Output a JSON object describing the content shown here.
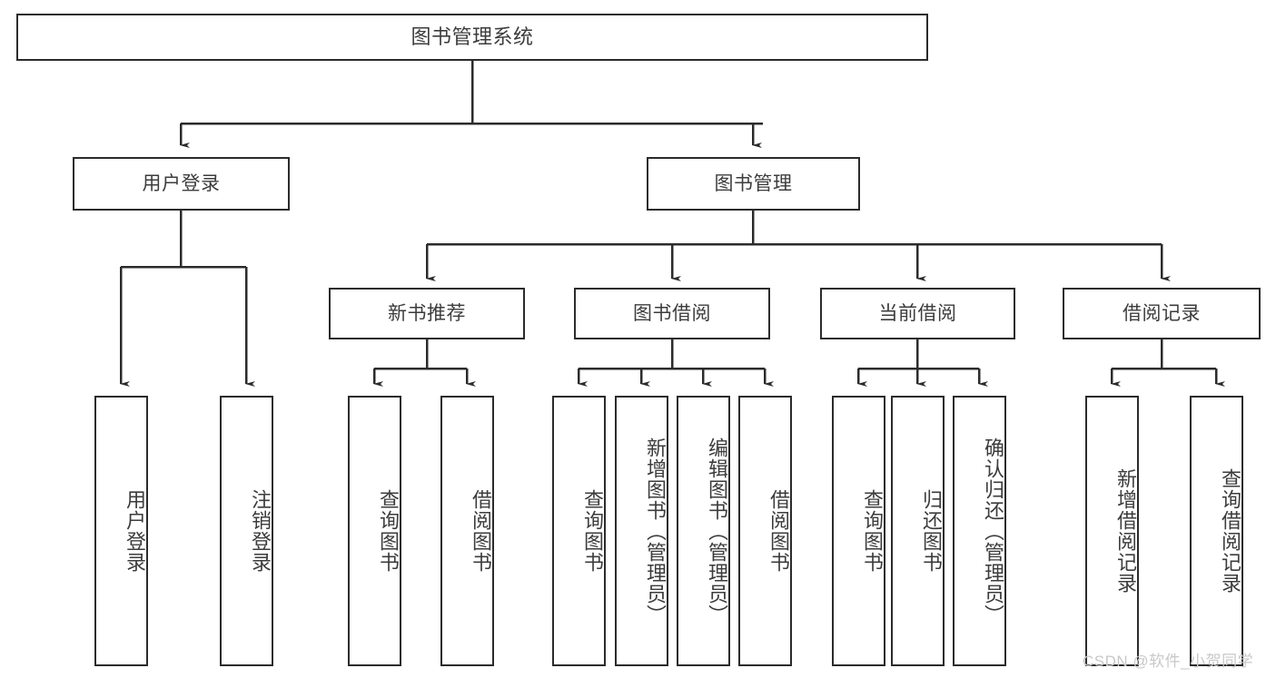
{
  "diagram": {
    "title": "图书管理系统",
    "type": "tree-hierarchy-diagram",
    "colors": {
      "node_border": "#2b2b2b",
      "node_fill": "#ffffff",
      "edge": "#2b2b2b",
      "text": "#3c3c3c",
      "watermark": "#c8c8c8",
      "background": "#ffffff"
    },
    "root": {
      "label": "图书管理系统"
    },
    "level2": [
      {
        "label": "用户登录"
      },
      {
        "label": "图书管理"
      }
    ],
    "level3": [
      {
        "label": "新书推荐"
      },
      {
        "label": "图书借阅"
      },
      {
        "label": "当前借阅"
      },
      {
        "label": "借阅记录"
      }
    ],
    "leaves": {
      "user_login": [
        {
          "label": "用户登录"
        },
        {
          "label": "注销登录"
        }
      ],
      "new_book_recommend": [
        {
          "label": "查询图书"
        },
        {
          "label": "借阅图书"
        }
      ],
      "book_borrow": [
        {
          "label": "查询图书"
        },
        {
          "label": "新增图书（管理员）"
        },
        {
          "label": "编辑图书（管理员）"
        },
        {
          "label": "借阅图书"
        }
      ],
      "current_borrow": [
        {
          "label": "查询图书"
        },
        {
          "label": "归还图书"
        },
        {
          "label": "确认归还（管理员）"
        }
      ],
      "borrow_record": [
        {
          "label": "新增借阅记录"
        },
        {
          "label": "查询借阅记录"
        }
      ]
    },
    "watermark": "CSDN @软件_小贺同学"
  }
}
